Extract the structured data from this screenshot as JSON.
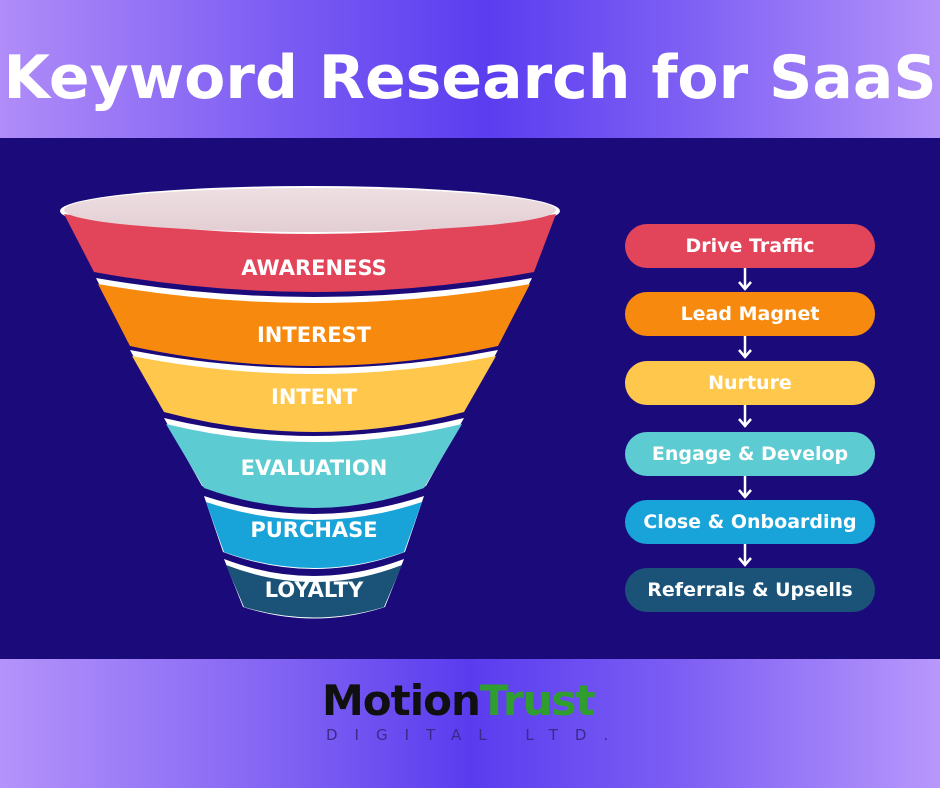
{
  "title": "Keyword Research for SaaS",
  "funnel": {
    "stages": [
      {
        "label": "AWARENESS",
        "color": "#e2445a"
      },
      {
        "label": "INTEREST",
        "color": "#f7890f"
      },
      {
        "label": "INTENT",
        "color": "#ffc84d"
      },
      {
        "label": "EVALUATION",
        "color": "#5ccbd2"
      },
      {
        "label": "PURCHASE",
        "color": "#18a3d9"
      },
      {
        "label": "LOYALTY",
        "color": "#1b5278"
      }
    ],
    "rim_color": "#ead8dc"
  },
  "steps": [
    {
      "label": "Drive Traffic",
      "color": "#e2445a"
    },
    {
      "label": "Lead Magnet",
      "color": "#f7890f"
    },
    {
      "label": "Nurture",
      "color": "#ffc84d"
    },
    {
      "label": "Engage & Develop",
      "color": "#5ccbd2"
    },
    {
      "label": "Close & Onboarding",
      "color": "#18a3d9"
    },
    {
      "label": "Referrals & Upsells",
      "color": "#1b5278"
    }
  ],
  "logo": {
    "part1": "Motion",
    "part2": "Trust",
    "tagline": "DIGITAL LTD."
  },
  "colors": {
    "panel": "#1a0a7a",
    "logo_dark": "#101010",
    "logo_green": "#2f9e2f"
  }
}
